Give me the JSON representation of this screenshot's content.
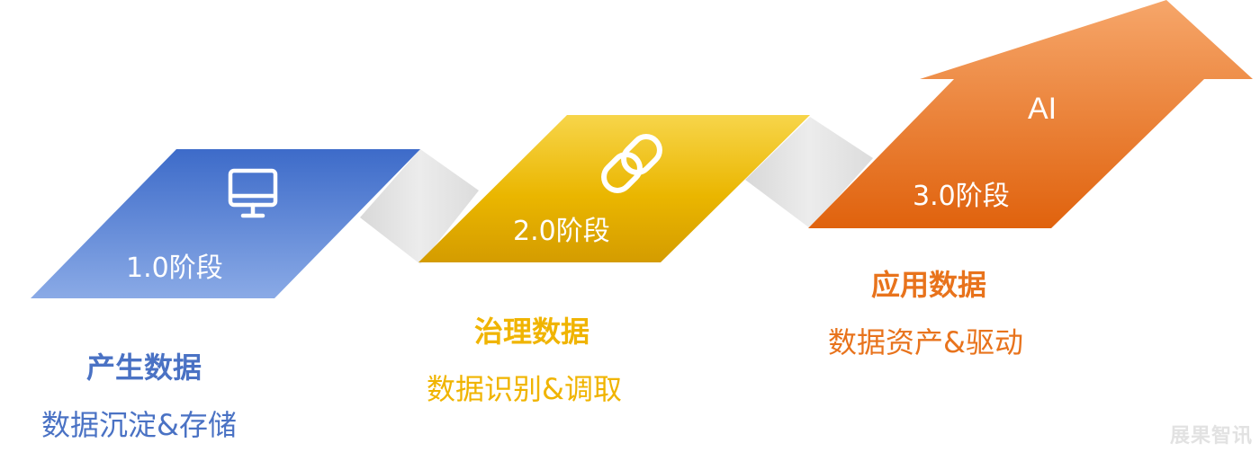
{
  "stages": [
    {
      "stage": "1.0阶段",
      "title": "产生数据",
      "desc": "数据沉淀&存储",
      "icon": "monitor-icon",
      "color": "#4a72c4"
    },
    {
      "stage": "2.0阶段",
      "title": "治理数据",
      "desc": "数据识别&调取",
      "icon": "link-icon",
      "color": "#f0b400"
    },
    {
      "stage": "3.0阶段",
      "title": "应用数据",
      "desc": "数据资产&驱动",
      "icon": "arrow-up-icon",
      "color": "#e8731c"
    }
  ],
  "arrow_label": "AI",
  "watermark": "展果智讯"
}
